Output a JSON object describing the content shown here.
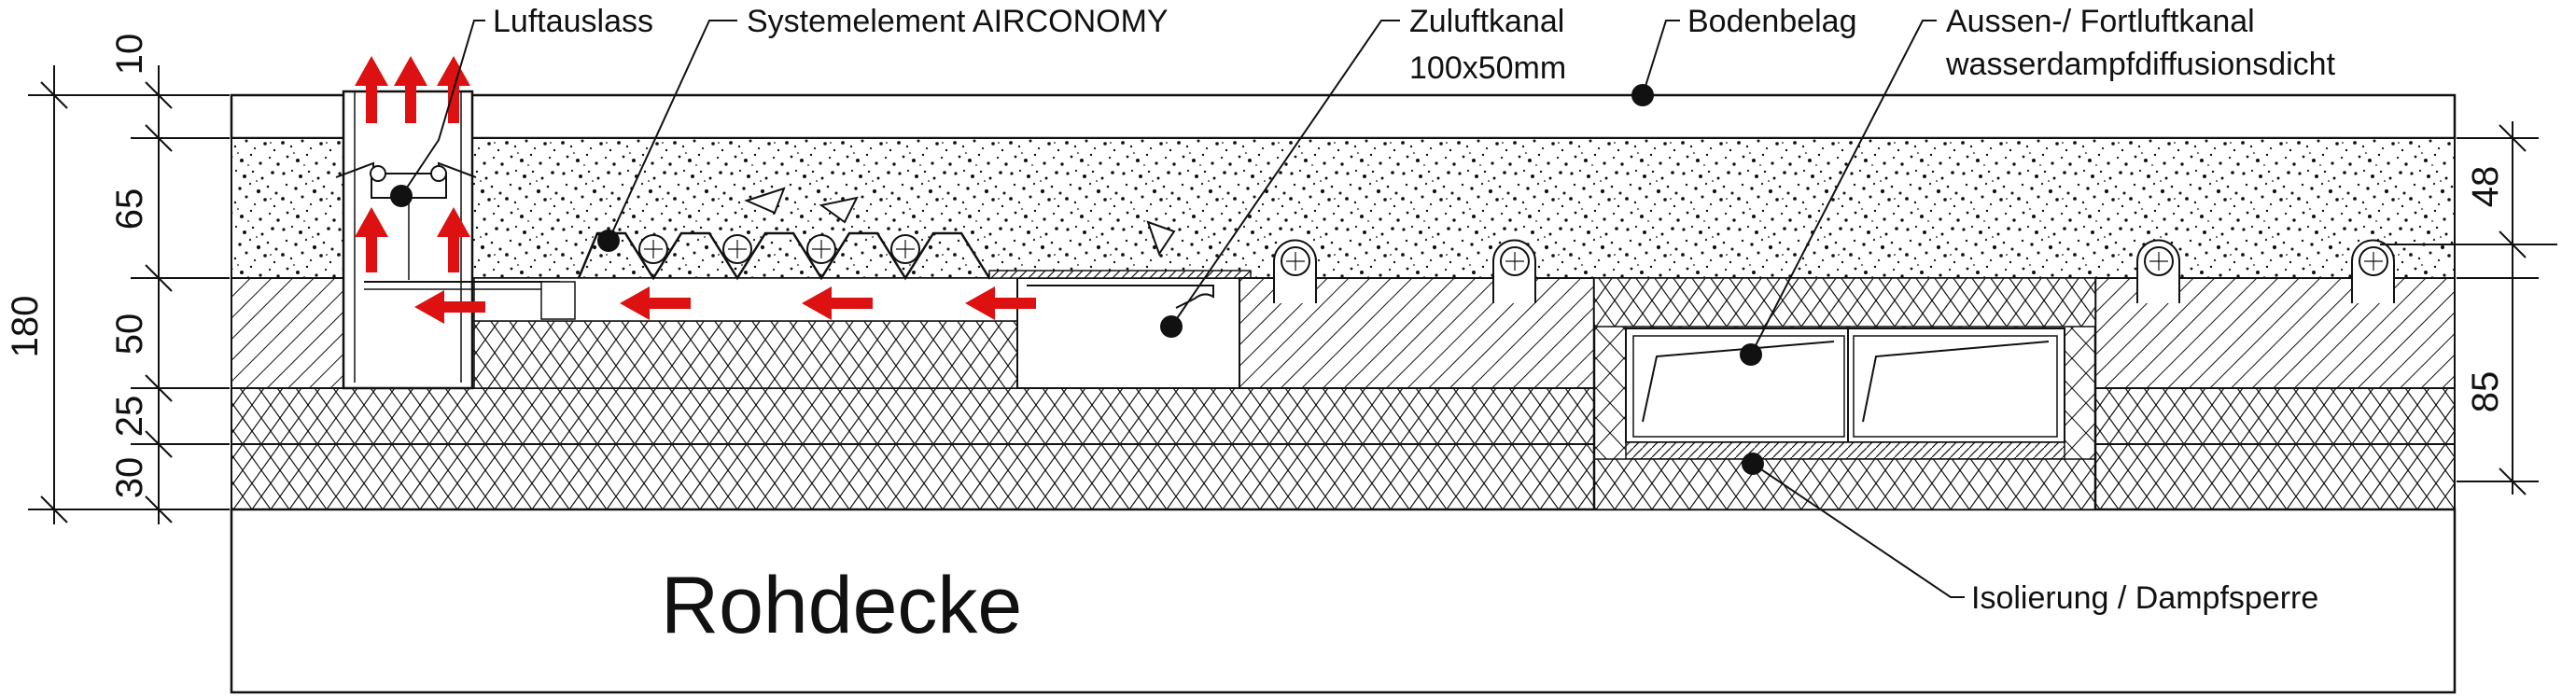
{
  "labels": {
    "luftauslass": "Luftauslass",
    "systemelement": "Systemelement AIRCONOMY",
    "zuluftkanal_1": "Zuluftkanal",
    "zuluftkanal_2": "100x50mm",
    "bodenbelag": "Bodenbelag",
    "aussen_1": "Aussen-/ Fortluftkanal",
    "aussen_2": "wasserdampfdiffusionsdicht",
    "isolierung": "Isolierung / Dampfsperre",
    "rohdecke": "Rohdecke"
  },
  "dimensions_left": {
    "total": "180",
    "d10": "10",
    "d65": "65",
    "d50": "50",
    "d25": "25",
    "d30": "30"
  },
  "dimensions_right": {
    "d48": "48",
    "d85": "85"
  },
  "colors": {
    "arrow": "#dd1111",
    "line": "#111111"
  }
}
